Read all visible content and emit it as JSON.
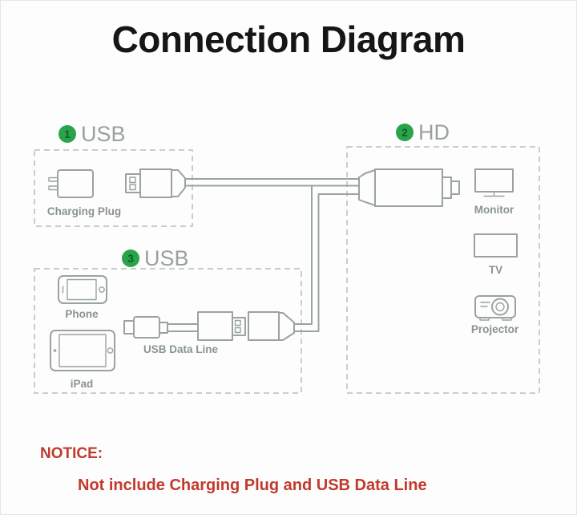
{
  "title": "Connection Diagram",
  "sections": [
    {
      "number": "1",
      "label": "USB"
    },
    {
      "number": "2",
      "label": "HD"
    },
    {
      "number": "3",
      "label": "USB"
    }
  ],
  "labels": {
    "charging_plug": "Charging Plug",
    "monitor": "Monitor",
    "tv": "TV",
    "projector": "Projector",
    "phone": "Phone",
    "ipad": "iPad",
    "usb_data_line": "USB Data Line"
  },
  "notice": {
    "heading": "NOTICE:",
    "body": "Not include Charging Plug and USB Data Line"
  },
  "colors": {
    "section_green": "#2aa44a",
    "notice_red": "#c13a2c",
    "diagram_line": "#9aa2a2",
    "dashed_border": "#b7c0b7"
  }
}
